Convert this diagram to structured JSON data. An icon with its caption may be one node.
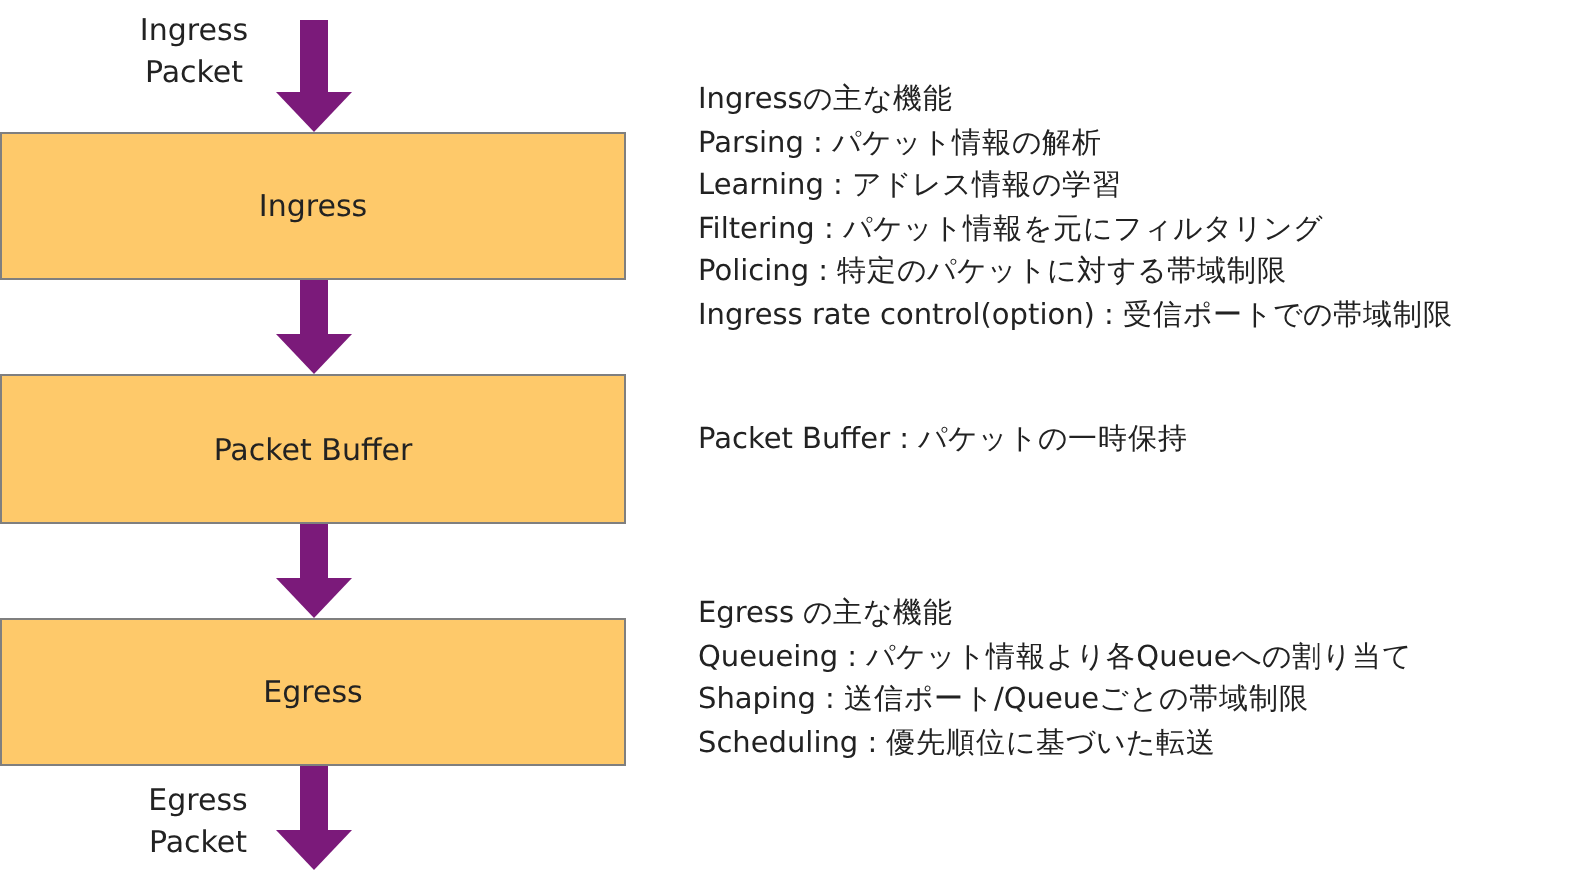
{
  "diagram": {
    "nodes": [
      {
        "text": [
          "Ingress"
        ],
        "beside": [
          "Ingressの主な機能",
          "Parsing : パケット情報の解析",
          "Learning : アドレス情報の学習",
          "Filtering : パケット情報を元にフィルタリング",
          "Policing : 特定のパケットに対する帯域制限",
          "Ingress rate control(option) : 受信ポートでの帯域制限"
        ]
      },
      {
        "text": [
          "Packet Buffer"
        ],
        "beside": [
          "Packet Buffer : パケットの一時保持"
        ]
      },
      {
        "text": [
          "Egress"
        ],
        "beside": [
          "Egress の主な機能",
          "Queueing : パケット情報より各Queueへの割り当て",
          "Shaping : 送信ポート/Queueごとの帯域制限",
          "Scheduling : 優先順位に基づいた転送"
        ]
      }
    ],
    "edges": [
      {
        "from": null,
        "to": 0,
        "arrow": "to",
        "label": "Ingress Packet"
      },
      {
        "from": 0,
        "to": 1,
        "arrow": "to"
      },
      {
        "from": 1,
        "to": 2,
        "arrow": "to"
      },
      {
        "from": 2,
        "to": null,
        "arrow": "to",
        "label": "Egress Packet"
      }
    ]
  }
}
